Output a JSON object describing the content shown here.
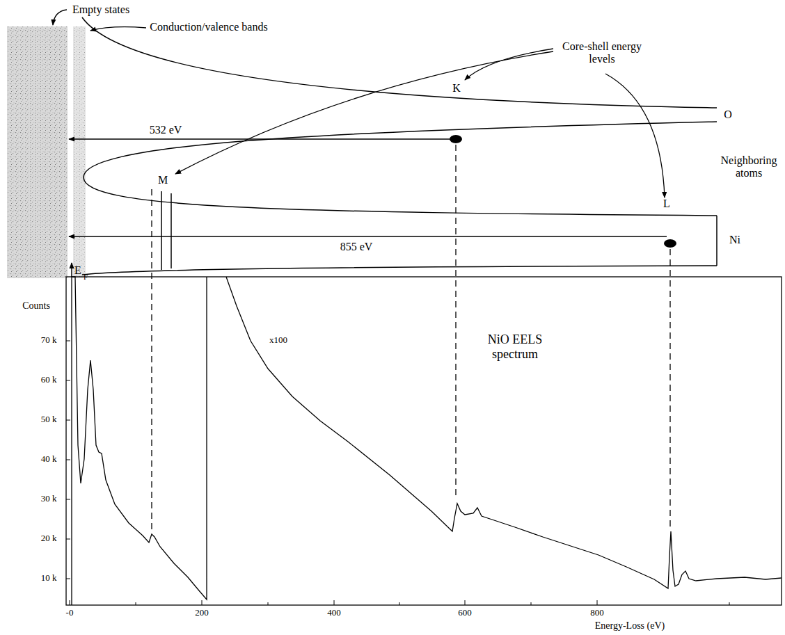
{
  "diagram": {
    "labels": [
      "Empty states",
      "Conduction/valence bands",
      "Core-shell energy levels",
      "532 eV",
      "K",
      "O",
      "M",
      "Neighboring atoms",
      "L",
      "855 eV",
      "Ni",
      "E",
      "F",
      "Counts",
      "70 k",
      "60 k",
      "50 k",
      "40 k",
      "30 k",
      "20 k",
      "10 k",
      "x100",
      "NiO EELS spectrum",
      "-0",
      "200",
      "400",
      "600",
      "800",
      "Energy-Loss (eV)"
    ]
  }
}
